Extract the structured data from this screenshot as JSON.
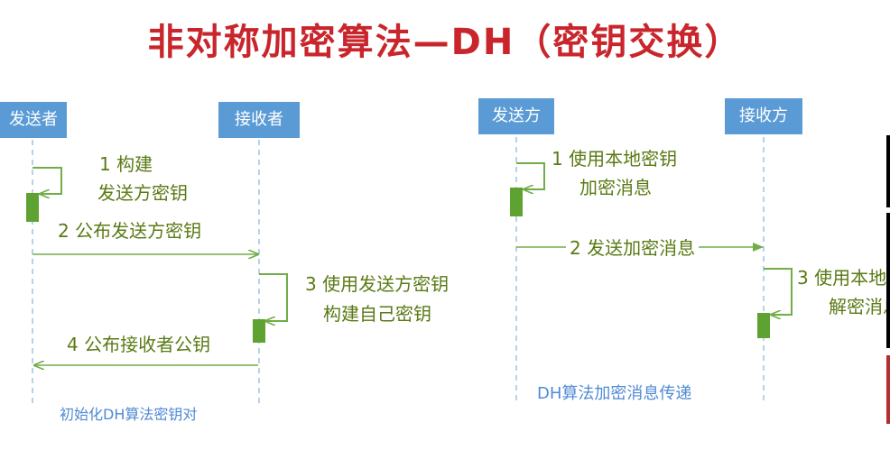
{
  "title": "非对称加密算法—DH（密钥交换）",
  "left": {
    "sender": "发送者",
    "receiver": "接收者",
    "step1_line1": "1 构建",
    "step1_line2": "发送方密钥",
    "step2": "2 公布发送方密钥",
    "step3_line1": "3 使用发送方密钥",
    "step3_line2": "构建自己密钥",
    "step4": "4 公布接收者公钥",
    "caption": "初始化DH算法密钥对"
  },
  "right": {
    "sender": "发送方",
    "receiver": "接收方",
    "step1_line1": "1 使用本地密钥",
    "step1_line2": "加密消息",
    "step2": "2 发送加密消息",
    "step3_line1": "3 使用本地",
    "step3_line2": "解密消息",
    "caption": "DH算法加密消息传递"
  },
  "colors": {
    "title": "#c8262c",
    "actor_box": "#5b9bd5",
    "lifeline": "#9dc3e6",
    "arrow": "#70ad47",
    "activation": "#5ea332",
    "label_text": "#5a7a14",
    "caption_text": "#4f8ad4"
  }
}
